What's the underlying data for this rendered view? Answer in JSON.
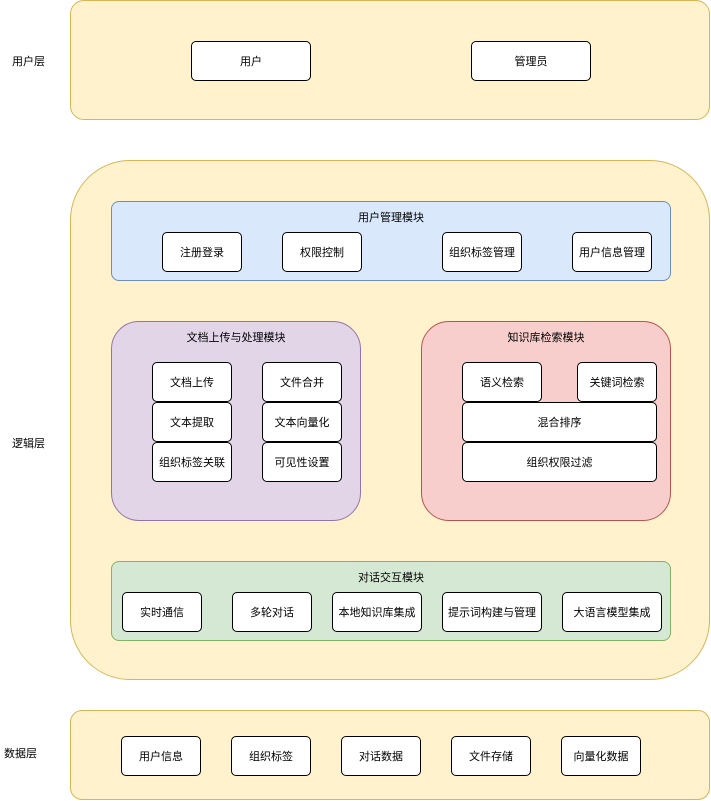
{
  "layers": {
    "user": {
      "label": "用户层",
      "items": [
        "用户",
        "管理员"
      ]
    },
    "logic": {
      "label": "逻辑层",
      "user_mgmt": {
        "title": "用户管理模块",
        "items": [
          "注册登录",
          "权限控制",
          "组织标签管理",
          "用户信息管理"
        ]
      },
      "doc": {
        "title": "文档上传与处理模块",
        "items": [
          "文档上传",
          "文件合并",
          "文本提取",
          "文本向量化",
          "组织标签关联",
          "可见性设置"
        ]
      },
      "kb": {
        "title": "知识库检索模块",
        "items": [
          "语义检索",
          "关键词检索",
          "混合排序",
          "组织权限过滤"
        ]
      },
      "dialog": {
        "title": "对话交互模块",
        "items": [
          "实时通信",
          "多轮对话",
          "本地知识库集成",
          "提示词构建与管理",
          "大语言模型集成"
        ]
      }
    },
    "data": {
      "label": "数据层",
      "items": [
        "用户信息",
        "组织标签",
        "对话数据",
        "文件存储",
        "向量化数据"
      ]
    }
  },
  "colors": {
    "layer_fill": "#fff2cc",
    "layer_stroke": "#d6b656",
    "user_mgmt_fill": "#dae8fc",
    "user_mgmt_stroke": "#6c8ebf",
    "doc_fill": "#e1d5e7",
    "doc_stroke": "#9673a6",
    "kb_fill": "#f8cecc",
    "kb_stroke": "#b85450",
    "dialog_fill": "#d5e8d4",
    "dialog_stroke": "#82b366"
  }
}
